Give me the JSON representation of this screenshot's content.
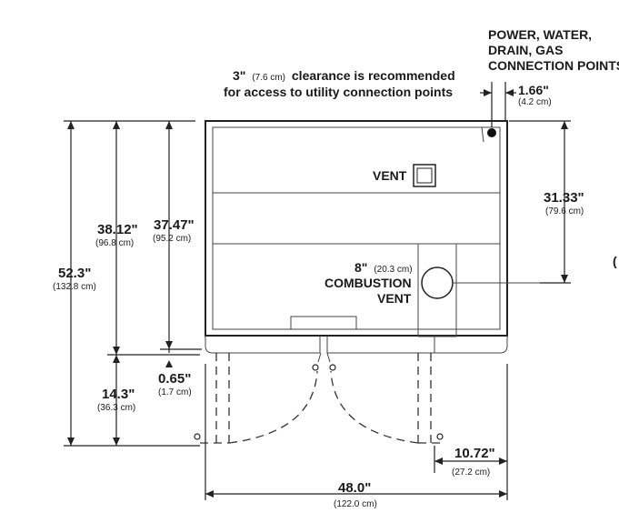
{
  "notes": {
    "connections": [
      "POWER, WATER,",
      "DRAIN, GAS",
      "CONNECTION POINTS"
    ],
    "clearance_line1_a": "3\"",
    "clearance_line1_cm": "(7.6 cm)",
    "clearance_line1_b": "clearance is recommended",
    "clearance_line2": "for access to utility connection points"
  },
  "labels": {
    "vent": "VENT",
    "combustion_dim": "8\"",
    "combustion_dim_cm": "(20.3 cm)",
    "combustion_1": "COMBUSTION",
    "combustion_2": "VENT"
  },
  "dimensions": {
    "d_1_66": {
      "in": "1.66\"",
      "cm": "(4.2 cm)"
    },
    "d_31_33": {
      "in": "31.33\"",
      "cm": "(79.6 cm)"
    },
    "d_52_3": {
      "in": "52.3\"",
      "cm": "(132.8 cm)"
    },
    "d_38_12": {
      "in": "38.12\"",
      "cm": "(96.8 cm)"
    },
    "d_37_47": {
      "in": "37.47\"",
      "cm": "(95.2 cm)"
    },
    "d_14_3": {
      "in": "14.3\"",
      "cm": "(36.3 cm)"
    },
    "d_0_65": {
      "in": "0.65\"",
      "cm": "(1.7 cm)"
    },
    "d_10_72": {
      "in": "10.72\"",
      "cm": "(27.2 cm)"
    },
    "d_48_0": {
      "in": "48.0\"",
      "cm": "(122.0 cm)"
    }
  }
}
